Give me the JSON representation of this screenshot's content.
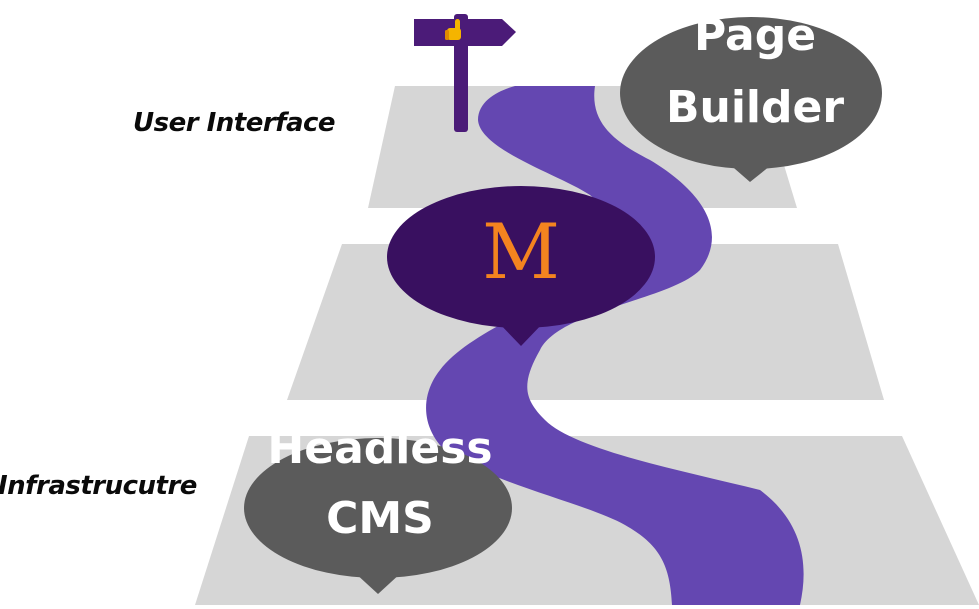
{
  "layers": {
    "top_label": "User Interface",
    "bottom_label": "Infrastrucutre"
  },
  "bubbles": {
    "page_builder": {
      "line1": "Page",
      "line2": "Builder"
    },
    "core": {
      "letter": "M"
    },
    "headless_cms": {
      "line1": "Headless",
      "line2": "CMS"
    }
  },
  "signpost": {
    "icon": "thumbs-up-icon"
  },
  "colors": {
    "plane": "#d6d6d6",
    "river": "#6447b1",
    "bubble_gray": "#5b5b5b",
    "bubble_purple": "#391060",
    "signpost": "#4b1b78",
    "accent_orange": "#f4841f",
    "text_dark": "#0a0a0a",
    "text_light": "#ffffff"
  }
}
